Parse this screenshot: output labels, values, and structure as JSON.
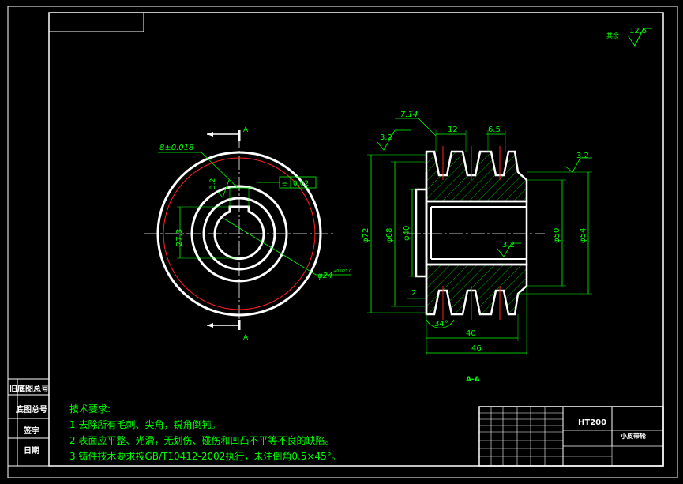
{
  "drawing": {
    "roughness_other": {
      "prefix": "其余",
      "value": "12.5"
    },
    "front_view": {
      "section_mark": "A",
      "dim_keyway_width": "8±0.018",
      "dim_keyway_depth": "27.3",
      "dim_bore": "φ24",
      "dim_bore_tol": "+0.021 0",
      "roughness_keyway": "3.2",
      "sym_tol": "0.02"
    },
    "section_view": {
      "dim_top_offset": "7.14",
      "dim_pitch": "12",
      "dim_groove": "6.5",
      "roughness_outer": "3.2",
      "roughness_right": "3.2",
      "roughness_bore": "3.2",
      "dia_72": "φ72",
      "dia_68": "φ68",
      "dia_40": "φ40",
      "dia_50": "φ50",
      "dia_54": "φ54",
      "dim_chamfer": "2",
      "dim_angle": "34°",
      "dim_40": "40",
      "dim_46": "46",
      "section_label": "A-A"
    }
  },
  "left_strip": [
    "旧底图总号",
    "底图总号",
    "签字",
    "日期"
  ],
  "tech_requirements": {
    "title": "技术要求:",
    "items": [
      "1.去除所有毛刺、尖角，锐角倒钝。",
      "2.表面应平整、光滑，无划伤、碰伤和凹凸不平等不良的缺陷。",
      "3.铸件技术要求按GB/T10412-2002执行，未注倒角0.5×45°。"
    ]
  },
  "title_block": {
    "material": "HT200",
    "part_name": "小皮带轮"
  },
  "colors": {
    "bg": "#000000",
    "frame": "#ffffff",
    "dim": "#00ff00",
    "outline": "#ffffff",
    "hatch": "#00ff00",
    "red": "#ff2020"
  }
}
